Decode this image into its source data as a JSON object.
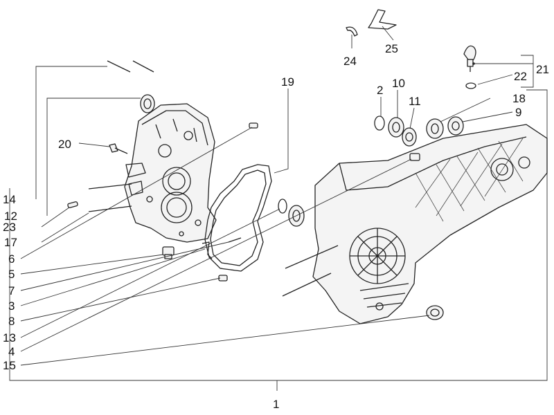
{
  "callouts": [
    {
      "id": "c1",
      "text": "1"
    },
    {
      "id": "c2",
      "text": "2"
    },
    {
      "id": "c3",
      "text": "3"
    },
    {
      "id": "c4",
      "text": "4"
    },
    {
      "id": "c5",
      "text": "5"
    },
    {
      "id": "c6",
      "text": "6"
    },
    {
      "id": "c7",
      "text": "7"
    },
    {
      "id": "c8",
      "text": "8"
    },
    {
      "id": "c9",
      "text": "9"
    },
    {
      "id": "c10",
      "text": "10"
    },
    {
      "id": "c11",
      "text": "11"
    },
    {
      "id": "c12",
      "text": "12"
    },
    {
      "id": "c13",
      "text": "13"
    },
    {
      "id": "c14",
      "text": "14"
    },
    {
      "id": "c15",
      "text": "15"
    },
    {
      "id": "c17",
      "text": "17"
    },
    {
      "id": "c18",
      "text": "18"
    },
    {
      "id": "c19",
      "text": "19"
    },
    {
      "id": "c20",
      "text": "20"
    },
    {
      "id": "c21",
      "text": "21"
    },
    {
      "id": "c22",
      "text": "22"
    },
    {
      "id": "c23",
      "text": "23"
    },
    {
      "id": "c24",
      "text": "24"
    },
    {
      "id": "c25",
      "text": "25"
    }
  ],
  "colors": {
    "line": "#222222",
    "background": "#ffffff"
  }
}
